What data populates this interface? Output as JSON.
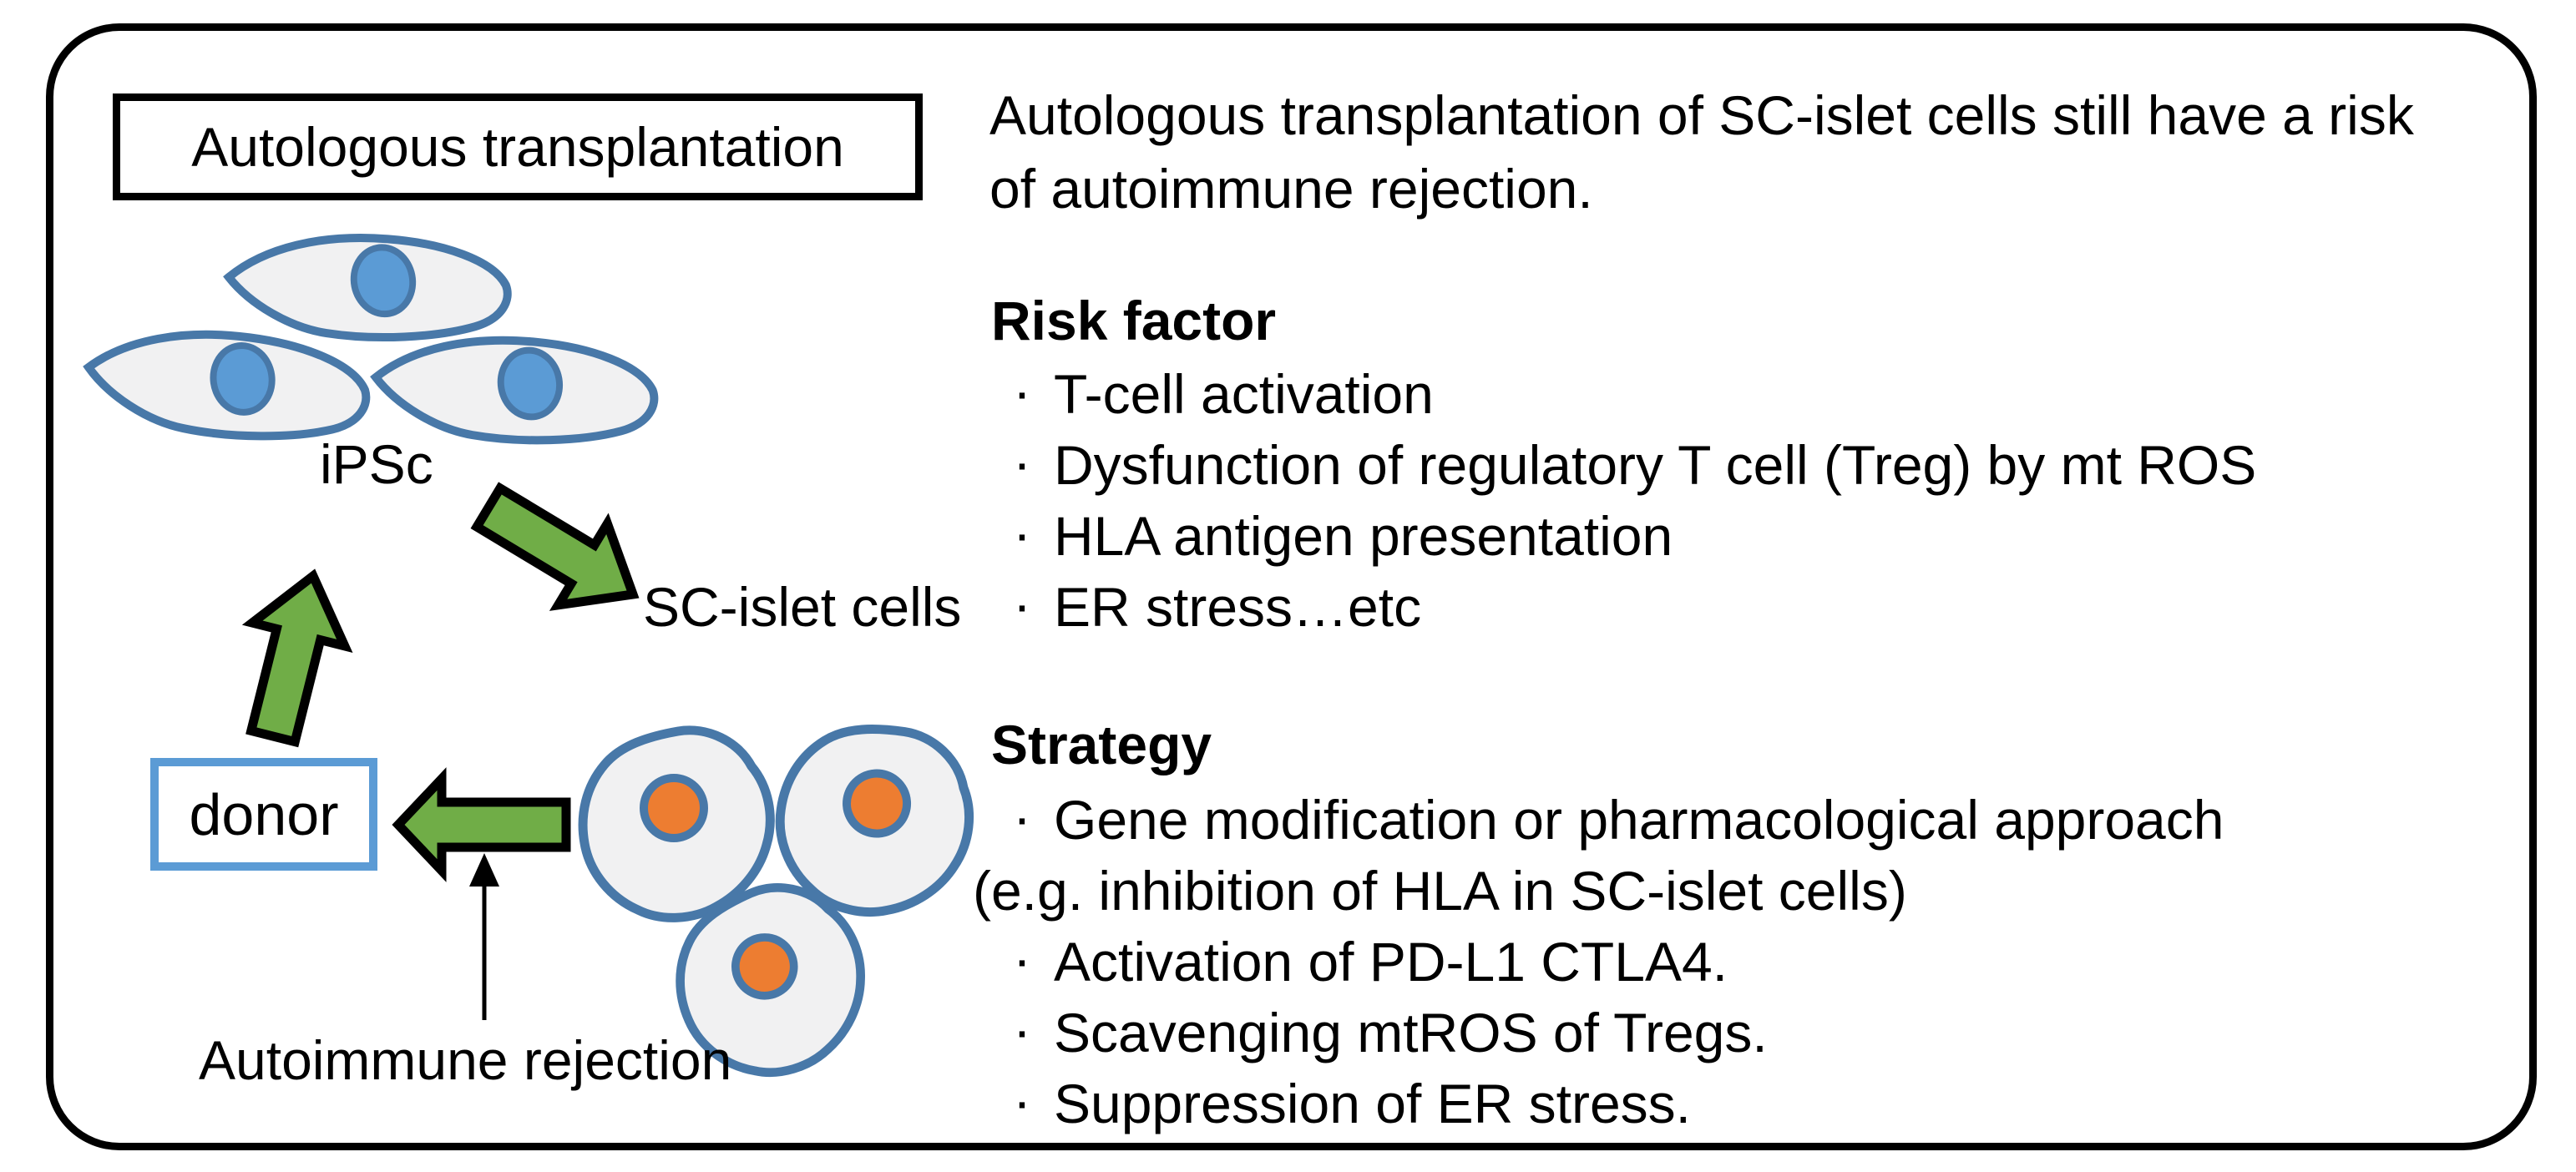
{
  "title_box": {
    "label": "Autologous transplantation"
  },
  "diagram": {
    "ipsc_label": "iPSc",
    "sc_islet_label": "SC-islet cells",
    "donor_label": "donor",
    "autoimmune_label": "Autoimmune rejection"
  },
  "right_panel": {
    "bullet": "·",
    "intro_line1": "Autologous transplantation of SC-islet cells still have a risk",
    "intro_line2": "of autoimmune rejection.",
    "risk": {
      "heading": "Risk factor",
      "items": [
        "T-cell activation",
        "Dysfunction of regulatory T cell (Treg) by mt ROS",
        "HLA antigen presentation",
        "ER stress…etc"
      ]
    },
    "strategy": {
      "heading": "Strategy",
      "items": [
        {
          "text": "Gene modification or pharmacological approach",
          "bullet": true
        },
        {
          "text": "(e.g. inhibition of HLA in SC-islet cells)",
          "bullet": false
        },
        {
          "text": "Activation of PD-L1 CTLA4.",
          "bullet": true
        },
        {
          "text": "Scavenging mtROS of Tregs.",
          "bullet": true
        },
        {
          "text": "Suppression of ER stress.",
          "bullet": true
        }
      ]
    }
  },
  "colors": {
    "green": "#70AD47",
    "steelblue": "#4878A8",
    "lightblue": "#5B9BD5",
    "orange": "#ED7D31",
    "cellfill": "#F1F1F2"
  }
}
